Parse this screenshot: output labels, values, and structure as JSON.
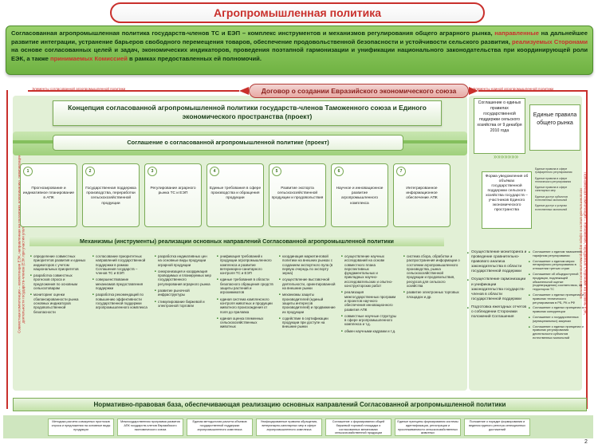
{
  "title": "Агропромышленная политика",
  "top_text": {
    "part1": "Согласованная агропромышленная политика государств-членов ТС и ЕЭП – комплекс инструментов и механизмов регулирования общего аграрного рынка, ",
    "hl1": "направленные",
    "part2": " на дальнейшее развитие интеграции, устранение барьеров свободного перемещения товаров, обеспечение продовольственной безопасности и устойчивости сельского развития, ",
    "hl2": "реализуемых Сторонами",
    "part3": " на основе согласованных целей и задач, экономических индикаторов, проведения поэтапной гармонизации и унификации национального законодательства при координирующей роли ЕЭК, а также ",
    "hl3": "принимаемых Комиссией",
    "part4": " в рамках предоставленных ей полномочий."
  },
  "left_note": "Элементы согласованной агропромышленной политики",
  "right_note": "Элементы единой агропромышленной политики",
  "dogovor": "Договор о создании Евразийского экономического союза",
  "left_vertical": "Совместная компетенция – компетенция ЕЭК, направленная на поддержку, координацию, гармонизацию деятельности государств-членов (ЕЭК при участии уполномоченных органов в единой сфере",
  "right_vertical": "Полномочная компетенция – полномочия, переданные Сторонами на уровень ЕЭК, исполнительной власти в сфере агропромышленного комплекса",
  "concept": "Концепция согласованной агропромышленной политики государств-членов Таможенного союза и Единого экономического пространства (проект)",
  "soglashenie": "Соглашение о согласованной агропромышленной политике (проект)",
  "rbox1": "Соглашение о единых правилах государственной поддержки сельского хозяйства от 9 декабря 2010 года",
  "rbox2": "Единые правила общего рынка",
  "chevrons": "»»»»»»»",
  "cards": [
    {
      "num": "1",
      "text": "Прогнозирование и индикативное планирование в АПК"
    },
    {
      "num": "2",
      "text": "Государственная поддержка производства, переработки сельскохозяйственной продукции"
    },
    {
      "num": "3",
      "text": "Регулирование аграрного рынка ТС и ЕЭП"
    },
    {
      "num": "4",
      "text": "Единые требования в сфере производства и обращения продукции"
    },
    {
      "num": "5",
      "text": "Развитие экспорта сельскохозяйственной продукции и продовольствия"
    },
    {
      "num": "6",
      "text": "Научное и инновационное развитие агропромышленного комплекса"
    },
    {
      "num": "7",
      "text": "Интегрированное информационное обеспечение АПК"
    }
  ],
  "form_box": "Форма уведомления об объёмах государственной поддержки сельского хозяйства государств – участников Единого экономического пространства",
  "right_items": [
    "Единые правила в сфере трафаретного регулирования",
    "Единые правила в сфере технического регулирования",
    "Единые правила в сфере санитарных мер",
    "Единые доступ субъектов естественных монополий",
    "Единые доступ к услугам естественных монополий"
  ],
  "mech": "Механизмы (инструменты) реализации основных направлений Согласованной агропромышленной политики",
  "columns": [
    [
      "определение совместных приоритетов развития и единых индикаторов с учетом национальных приоритетов",
      "разработка совместных прогнозов спроса и предложения по основным сельхозтоварам",
      "мониторинг оценки сбалансированности рынка основных индикаторов продовольственной безопасности"
    ],
    [
      "согласование приоритетных направлений государственной поддержки в рамках Соглашения государств – членов ТС и ЕЭП",
      "совершенствование механизмов предоставления поддержки",
      "разработка рекомендаций по повышению эффективности государственной поддержки агропромышленного комплекса"
    ],
    [
      "разработка индикативных цен на основные виды продукции аграрной продукции",
      "синхронизация и координация проводимых и планируемых мер государственного регулирования аграрного рынка",
      "развитие рыночной инфраструктуры",
      "стимулирование биржевой и электронной торговли"
    ],
    [
      "унификация требований к продукции агропромышленного комплекса и развитие ветеринарно-санитарного контроля ТС и ЕЭП",
      "единые требования в области безопасного обращения средств защиты растений и агрохимикатов",
      "единая система комплексного контроля животных и продукции животного происхождения от поля до прилавка",
      "единая оценка племенных сельскохозяйственных животных"
    ],
    [
      "координация маркетинговой политики на внешних рынках с созданием экспортного пула (в первую очередь по экспорту зерна)",
      "осуществление выставочной деятельности, ориентированной на внешние рынки",
      "механизмы защиты производителей (единый защиты интересов производителей) и продвижение их продукции",
      "содействие в сертификации продукции при доступе на внешние рынки"
    ],
    [
      "осуществление научных исследований на основе совместного плана перспективных фундаментальных и прикладных научно-исследовательских и опытно-конструкторских работ",
      "реализация межгосударственных программ и проектов научного обеспечения инновационного развития АПК",
      "совместные научные структуры в сфере агропромышленного комплекса и т.д.",
      "обмен научными кадрами и т.д."
    ],
    [
      "система сбора, обработки и распространения информации о состоянии агропромышленного производства, рынка сельскохозяйственной продукции и продовольствия, ресурсов для сельского хозяйства",
      "развитие электронных торговых площадок и др."
    ]
  ],
  "rcol1": [
    "Осуществление мониторинга и проведение сравнительно-правового анализа законодательства в области государственной поддержки",
    "Осуществление гармонизации и унификации законодательства государств-членов в области государственной поддержки",
    "Подготовка ежегодных отчетов о соблюдении Сторонами положений Соглашения"
  ],
  "rcol2": [
    "Соглашение о едином таможенно-тарифном регулировании",
    "Соглашение о едином мерах нетарифного регулирования в отношении третьих стран",
    "Соглашение об общедоступной продукции, подлежащей обязательной оценке (подтверждения) соответствия, на территории ТС",
    "Соглашение о единых принципах и правилах технического регулирования в РБ, РК и РФ",
    "Соглашение о единых принципах и правилах конкуренции",
    "Соглашение о государственных (муниципальных) закупках",
    "Соглашение о единых принципах и правилах регулирования деятельности субъектов естественных монополий"
  ],
  "normbase": "Нормативно-правовая база, обеспечивающая реализацию основных направлений Согласованной агропромышленной политики",
  "bottom_cards": [
    "Методика расчета совокупных прогнозов спроса и предложения на основные виды продукции",
    "Межгосударственная программа развития АПК государств-членов Евразийского экономического союза",
    "Единая методология расчета объемов государственной поддержки агропромышленного комплекса",
    "Унифицированные правила обращения, ветеринарно-санитарных мер в сфере агропромышленного комплекса",
    "Соглашение о формировании общей биржевой торговой площадки и согласованных механизмах сельскохозяйственной продукции",
    "Единые принципы формирования системы идентификации, регистрации и прослеживаемости сельскохозяйственных животных",
    "Положение о порядке формирования и ведения единого реестра селекционных достижений"
  ],
  "page_number": "2"
}
